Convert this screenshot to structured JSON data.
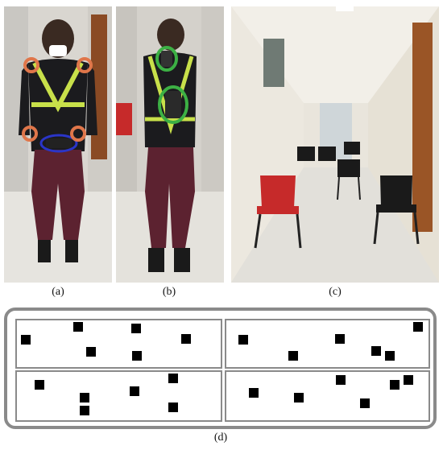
{
  "captions": {
    "a": "(a)",
    "b": "(b)",
    "c": "(c)",
    "d": "(d)"
  },
  "colors": {
    "vest": "#c8e04a",
    "jacket": "#1b1b1e",
    "trousers": "#5c2230",
    "orange_marker": "#e0764a",
    "blue_marker": "#2a35c8",
    "green_marker": "#3cb044",
    "red_chair": "#c62a2a",
    "black_chair": "#1a1a1a",
    "diagram_border": "#8a8a8a"
  },
  "photos": [
    {
      "id": "a",
      "description_icon": "person-front-with-sensors-icon"
    },
    {
      "id": "b",
      "description_icon": "person-back-with-sensors-icon"
    },
    {
      "id": "c",
      "description_icon": "corridor-with-chairs-icon"
    }
  ]
}
